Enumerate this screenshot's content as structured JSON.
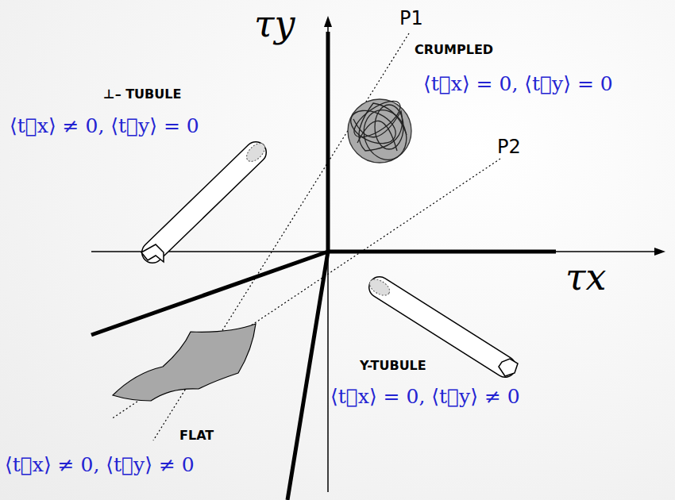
{
  "diagram": {
    "labels": [
      "τy",
      "P1",
      "CRUMPLED",
      "⟨t⃗x⟩ = 0, ⟨t⃗y⟩ = 0",
      "P2",
      "⊥– TUBULE",
      "⟨t⃗x⟩ ≠ 0, ⟨t⃗y⟩ = 0",
      "τx",
      "Y-TUBULE",
      "⟨t⃗x⟩ = 0, ⟨t⃗y⟩ ≠ 0",
      "FLAT",
      "⟨t⃗x⟩ ≠ 0, ⟨t⃗y⟩ ≠ 0"
    ]
  }
}
